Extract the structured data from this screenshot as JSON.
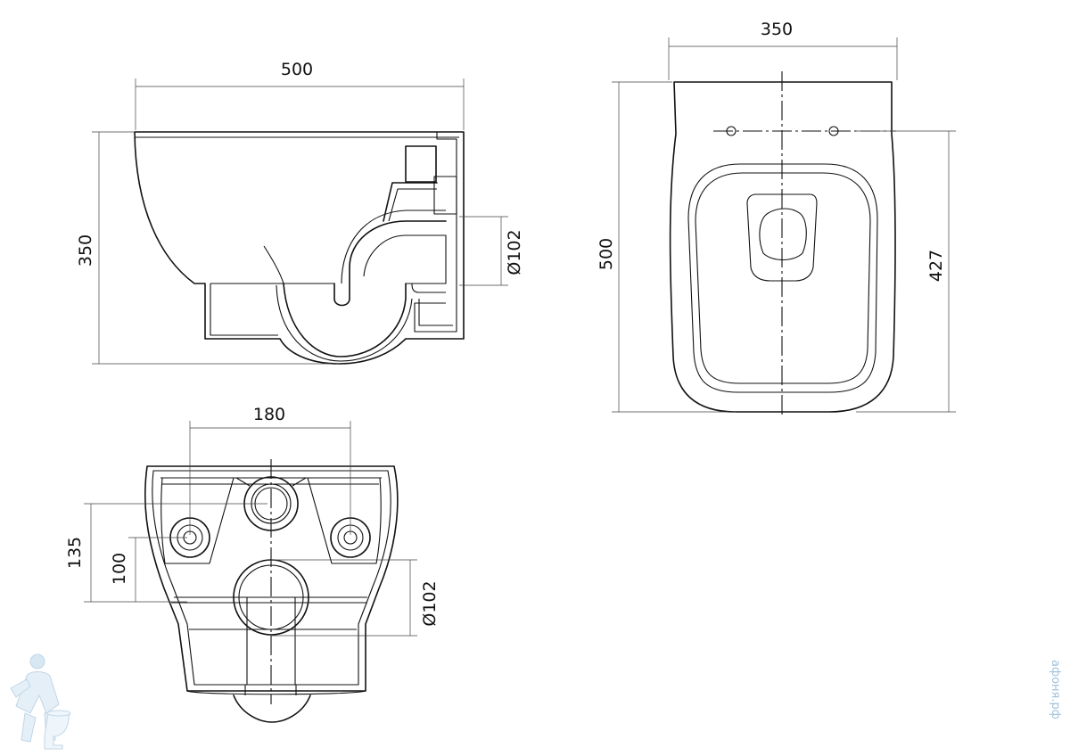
{
  "side_view": {
    "width_label": "500",
    "height_label": "350",
    "pipe_diameter_label": "Ø102"
  },
  "top_view": {
    "width_label": "350",
    "length_label": "500",
    "mount_distance_label": "427"
  },
  "back_view": {
    "hole_spacing_label": "180",
    "outer_height_label": "135",
    "inner_height_label": "100",
    "outlet_diameter_label": "Ø102"
  },
  "watermark": {
    "text": "афоня.рф",
    "mascot_icon": "plumber-mascot-icon"
  },
  "colors": {
    "line": "#111111",
    "watermark": "#9fc3dd"
  }
}
